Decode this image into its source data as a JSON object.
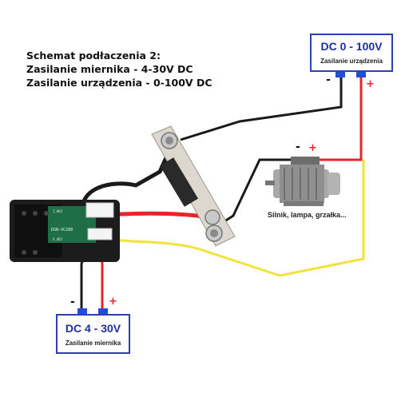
{
  "heading": {
    "line1": "Schemat podłaczenia 2:",
    "line2": "Zasilanie miernika - 4-30V DC",
    "line3": "Zasilanie urządzenia - 0-100V DC"
  },
  "supply_device": {
    "name": "DC 0 - 100V",
    "caption": "Zasilanie urządzenia",
    "minus": "-",
    "plus": "+"
  },
  "supply_meter": {
    "name": "DC 4 - 30V",
    "caption": "Zasilanie miernika",
    "minus": "-",
    "plus": "+"
  },
  "load": {
    "caption": "Silnik, lampa, grzałka...",
    "minus": "-",
    "plus": "+"
  },
  "meter": {
    "model": "DSN-VC288",
    "pad_label": "V_ADJ",
    "pad_label2": "I_ADJ"
  },
  "colors": {
    "supply_border": "#2c3fb5",
    "wire_red": "#e4262a",
    "wire_black": "#1a1a1a",
    "wire_yellow": "#f2e23a",
    "plus_sign": "#e4262a",
    "minus_sign": "#111111"
  }
}
